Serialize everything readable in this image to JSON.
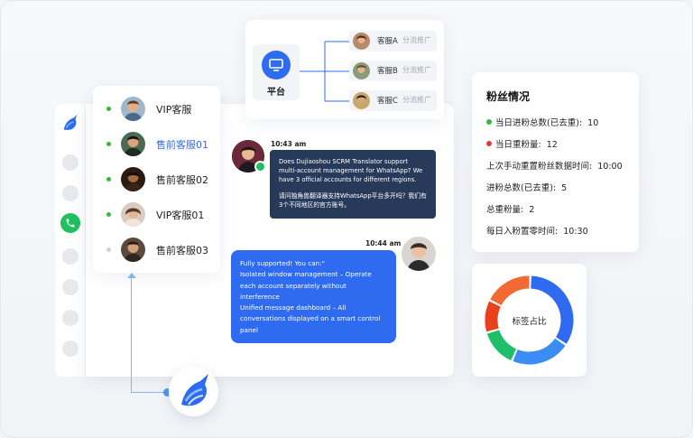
{
  "platform": {
    "label": "平台",
    "branches": [
      {
        "name": "客服A",
        "tag": "分流推广"
      },
      {
        "name": "客服B",
        "tag": "分流推广"
      },
      {
        "name": "客服C",
        "tag": "分流推广"
      }
    ]
  },
  "agents": [
    {
      "name": "VIP客服",
      "status": "online"
    },
    {
      "name": "售前客服01",
      "status": "online",
      "active": true
    },
    {
      "name": "售前客服02",
      "status": "online"
    },
    {
      "name": "VIP客服01",
      "status": "online"
    },
    {
      "name": "售前客服03",
      "status": "offline"
    }
  ],
  "messages": {
    "incoming": {
      "time": "10:43 am",
      "text_en": "Does Dujiaoshou SCRM Translator support multi-account management for WhatsApp? We have 3 official accounts for different regions.",
      "text_zh": "请问独角兽翻译器支持WhatsApp平台多开吗？我们有3个不同地区的官方账号。"
    },
    "outgoing": {
      "time": "10:44 am",
      "lines": [
        "Fully supported! You can:\"",
        "Isolated window management – Operate each account separately without interference",
        "Unified message dashboard – All conversations displayed on a smart control panel"
      ]
    }
  },
  "fans": {
    "title": "粉丝情况",
    "stats": [
      {
        "label": "当日进粉总数(已去重):",
        "value": "10"
      },
      {
        "label": "当日重粉量:",
        "value": "12"
      },
      {
        "label": "上次手动重置粉丝数据时间:",
        "value": "10:00"
      },
      {
        "label": "进粉总数(已去重):",
        "value": "5"
      },
      {
        "label": "总重粉量:",
        "value": "2"
      },
      {
        "label": "每日入粉置零时间:",
        "value": "10:30"
      }
    ]
  },
  "donut": {
    "label": "标签占比",
    "segments": [
      {
        "value": 0.34,
        "color": "#2f6bf0"
      },
      {
        "value": 0.22,
        "color": "#3a8df5"
      },
      {
        "value": 0.14,
        "color": "#1dbf6a"
      },
      {
        "value": 0.12,
        "color": "#e8421d"
      },
      {
        "value": 0.18,
        "color": "#f26a33"
      }
    ]
  },
  "colors": {
    "accent": "#2f6bf0",
    "online": "#3cb53c",
    "alert": "#e53935",
    "whatsapp": "#21c05e",
    "dark_bubble": "#273a5a"
  }
}
